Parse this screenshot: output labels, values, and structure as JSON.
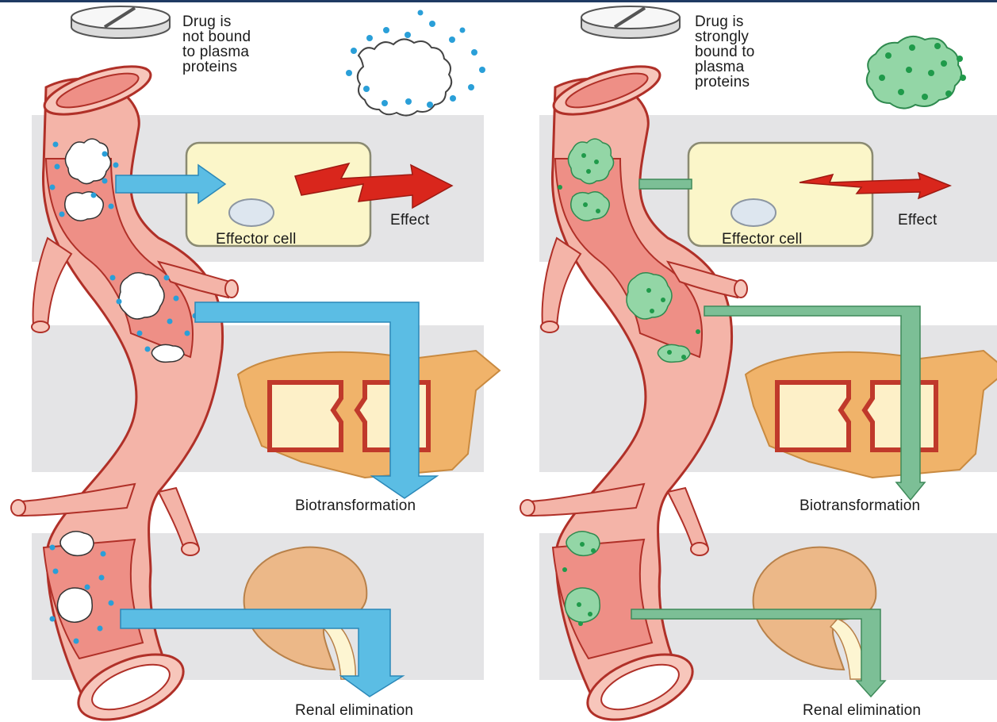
{
  "left_panel": {
    "drug_label": "Drug is\nnot bound\nto plasma\nproteins",
    "effect_label": "Effect",
    "effector_cell_label": "Effector cell",
    "biotransformation_label": "Biotransformation",
    "renal_label": "Renal elimination",
    "arrow_color": "#5bbde4"
  },
  "right_panel": {
    "drug_label": "Drug is\nstrongly\nbound to\nplasma\nproteins",
    "effect_label": "Effect",
    "effector_cell_label": "Effector cell",
    "biotransformation_label": "Biotransformation",
    "renal_label": "Renal elimination",
    "arrow_color": "#7cbf96"
  },
  "colors": {
    "gray_band": "#e4e4e6",
    "vessel": "#f4b4a8",
    "vessel_outline": "#b03028",
    "cell": "#fbf6c9",
    "effect_arrow": "#d9261c",
    "liver": "#f0b36a",
    "kidney": "#ecb888",
    "drug_dot": "#2a9fd8",
    "protein": "#93d6a6"
  }
}
